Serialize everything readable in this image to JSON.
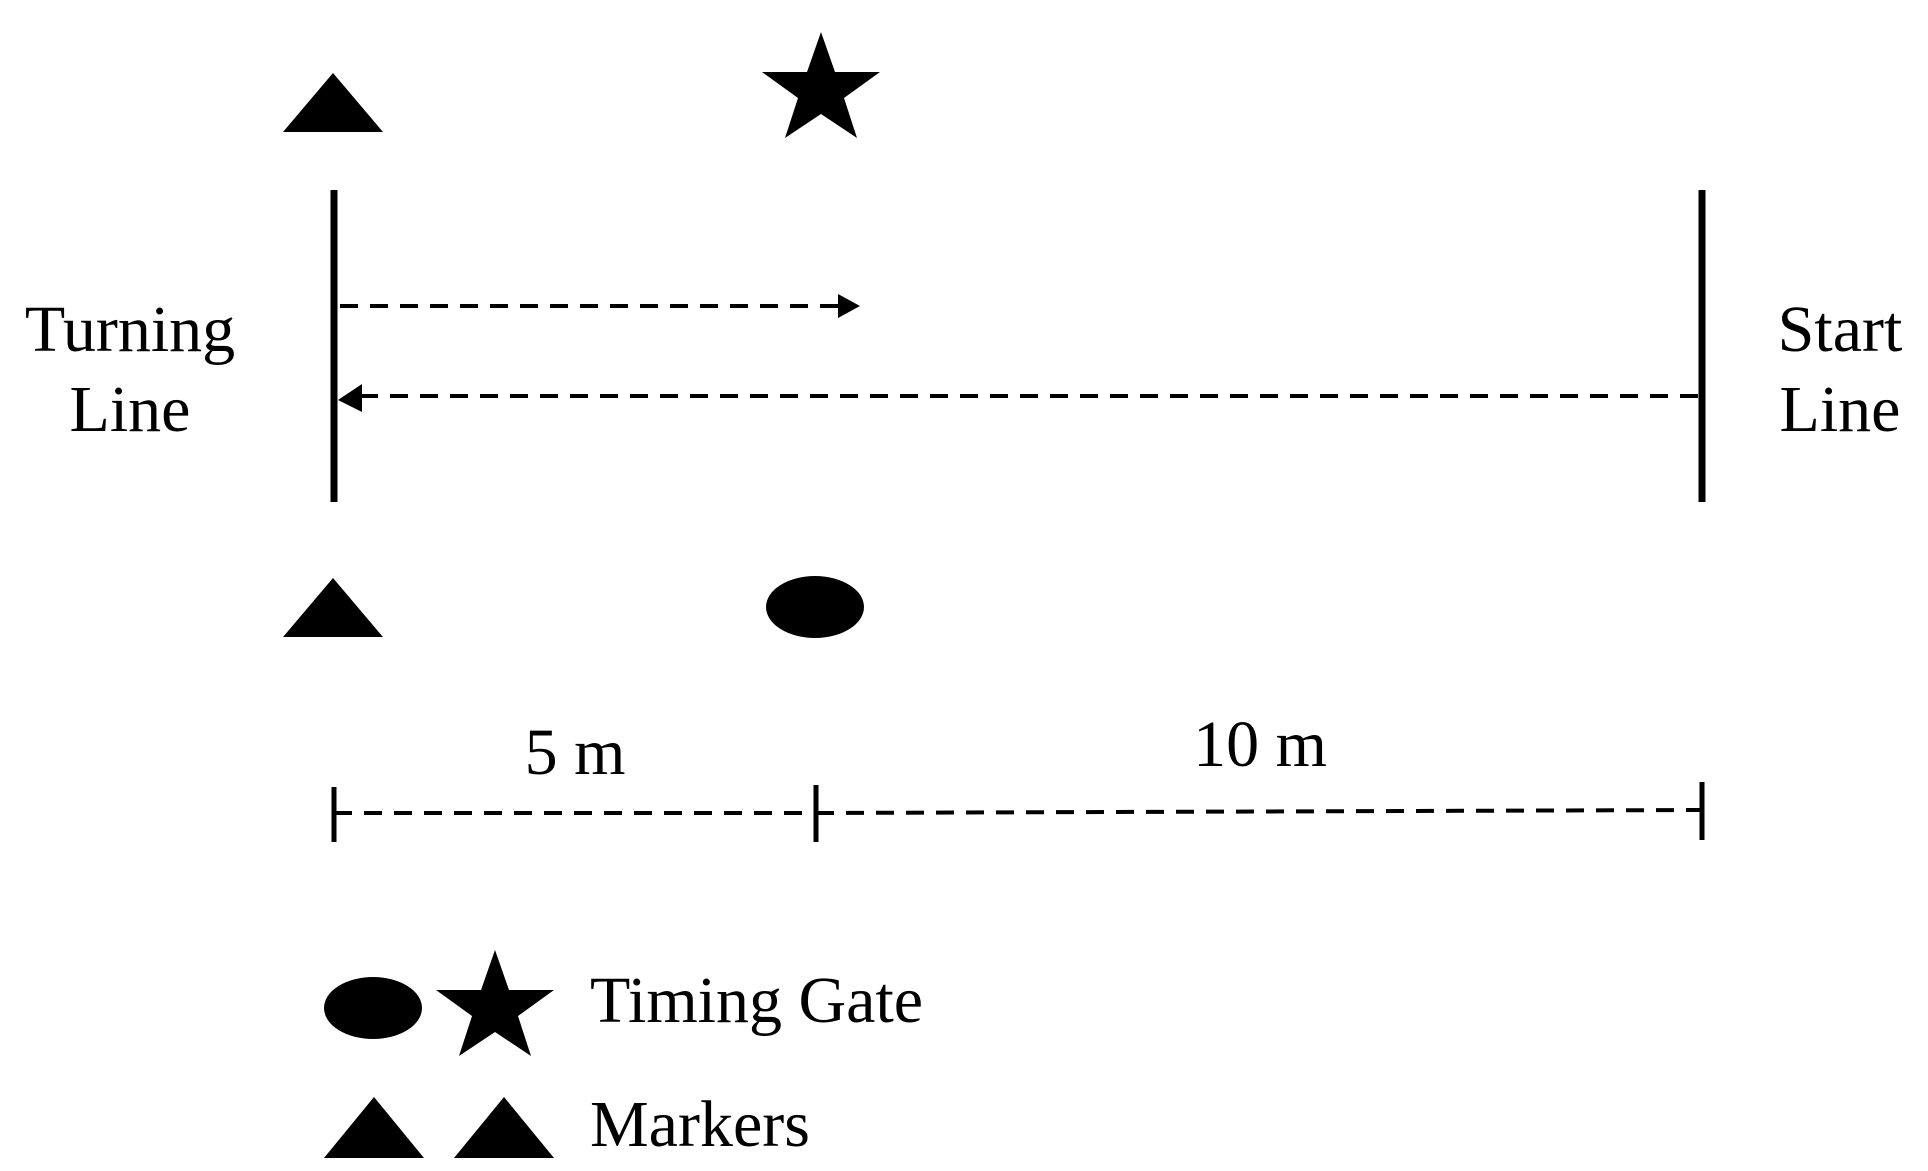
{
  "labels": {
    "turning_line": [
      "Turning",
      "Line"
    ],
    "start_line": [
      "Start",
      "Line"
    ],
    "distance_turning_to_gate": "5 m",
    "distance_gate_to_start": "10 m"
  },
  "legend": {
    "timing_gate": "Timing Gate",
    "markers": "Markers"
  },
  "colors": {
    "ink": "#000000",
    "background": "#ffffff"
  },
  "icons": {
    "timing_gate": [
      "ellipse-icon",
      "star-icon"
    ],
    "markers": [
      "triangle-icon",
      "triangle-icon"
    ]
  }
}
